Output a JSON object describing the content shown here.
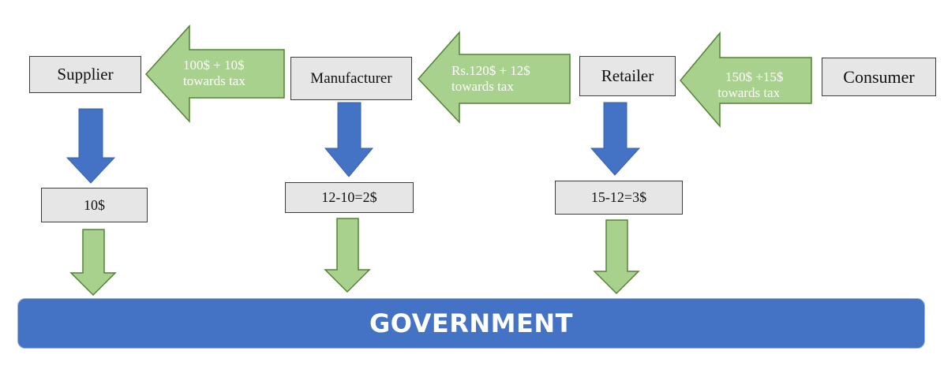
{
  "colors": {
    "box_fill": "#e7e6e6",
    "box_border": "#3c3c3c",
    "green_arrow": "#a9d18e",
    "green_arrow_border": "#548235",
    "blue_arrow": "#4472c4",
    "government_fill": "#4472c4",
    "label_text": "#ffffff"
  },
  "entities": {
    "supplier": "Supplier",
    "manufacturer": "Manufacturer",
    "retailer": "Retailer",
    "consumer": "Consumer"
  },
  "payment_arrows": {
    "manufacturer_to_supplier": {
      "line1": "100$ + 10$",
      "line2": "towards tax"
    },
    "retailer_to_manufacturer": {
      "line1": "Rs.120$ + 12$",
      "line2": "towards tax"
    },
    "consumer_to_retailer": {
      "line1": "150$ +15$",
      "line2": "towards tax"
    }
  },
  "tax_boxes": {
    "supplier": "10$",
    "manufacturer": "12-10=2$",
    "retailer": "15-12=3$"
  },
  "government": "GOVERNMENT"
}
